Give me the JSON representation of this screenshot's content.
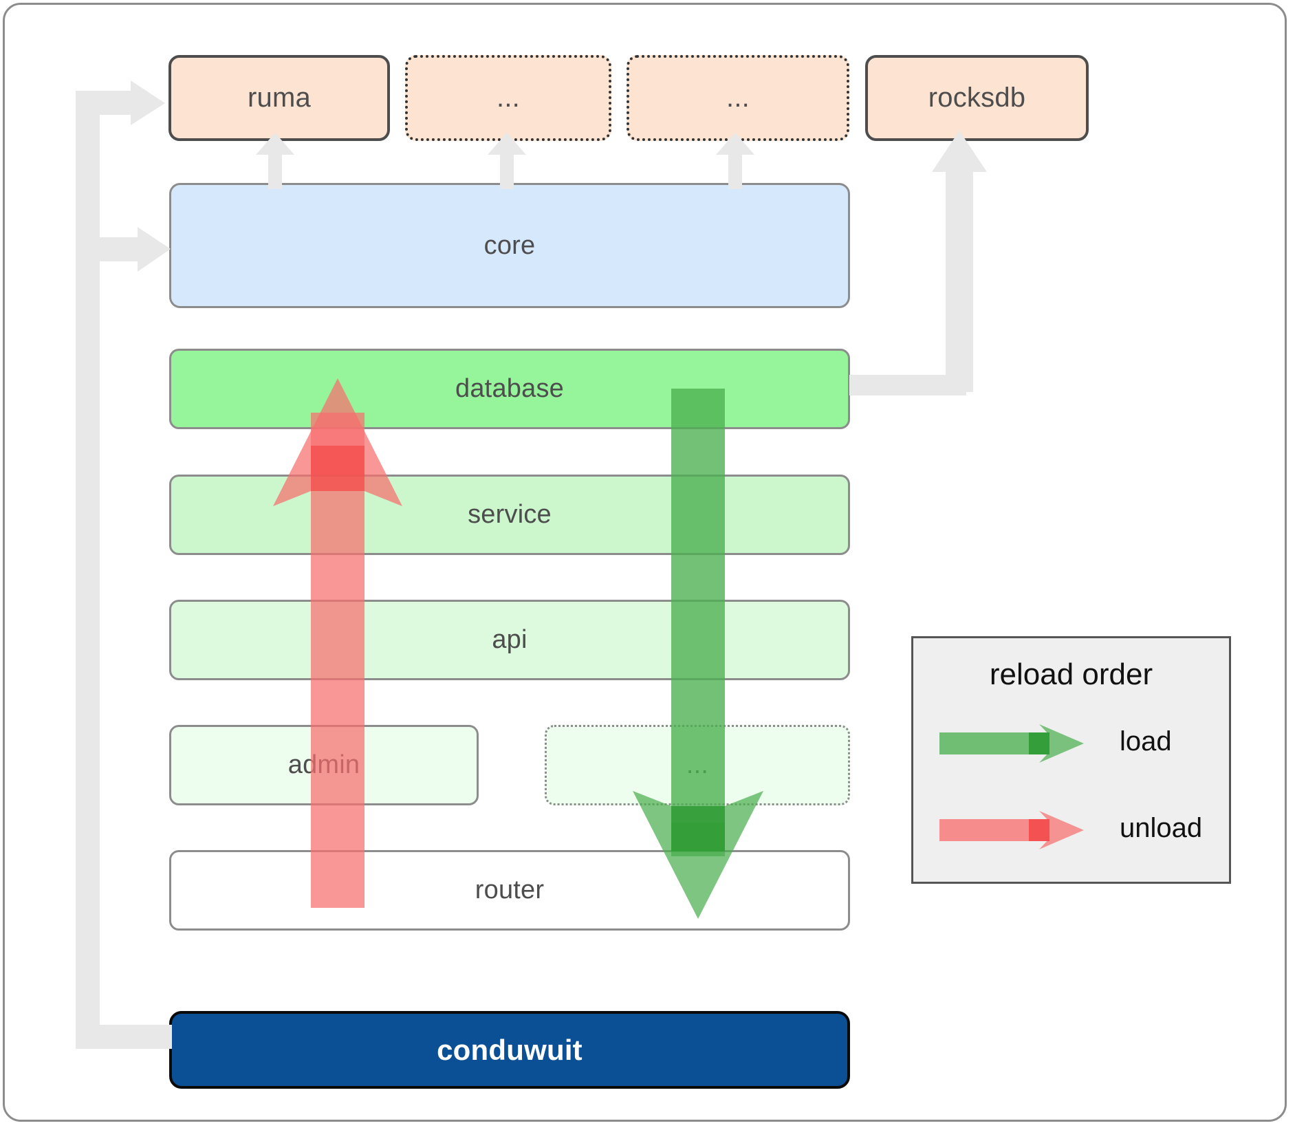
{
  "diagram": {
    "title": "conduwuit crate dependency / reload order diagram",
    "colors": {
      "dependency_fill": "#fde3d2",
      "core_fill": "#d6e8fb",
      "database_fill": "#96f49a",
      "service_fill": "#ccf7cd",
      "api_fill": "#ddfade",
      "admin_fill": "#edfdee",
      "router_fill": "#ffffff",
      "app_fill": "#0b4f95",
      "load_arrow": "#4caf50",
      "unload_arrow": "#f76f6f",
      "connector": "#e8e8e8",
      "legend_bg": "#efefef"
    },
    "dependencies": [
      {
        "id": "ruma",
        "label": "ruma",
        "style": "solid"
      },
      {
        "id": "dots-1",
        "label": "...",
        "style": "dotted"
      },
      {
        "id": "dots-2",
        "label": "...",
        "style": "dotted"
      },
      {
        "id": "rocksdb",
        "label": "rocksdb",
        "style": "solid"
      }
    ],
    "layers": [
      {
        "id": "core",
        "label": "core",
        "style": "solid"
      },
      {
        "id": "database",
        "label": "database",
        "style": "solid"
      },
      {
        "id": "service",
        "label": "service",
        "style": "solid"
      },
      {
        "id": "api",
        "label": "api",
        "style": "solid"
      },
      {
        "id": "admin",
        "label": "admin",
        "style": "solid"
      },
      {
        "id": "extra",
        "label": "...",
        "style": "dotted"
      },
      {
        "id": "router",
        "label": "router",
        "style": "solid"
      }
    ],
    "application": {
      "id": "conduwuit",
      "label": "conduwuit"
    },
    "legend": {
      "title": "reload order",
      "items": [
        {
          "id": "load",
          "label": "load",
          "color": "#4caf50"
        },
        {
          "id": "unload",
          "label": "unload",
          "color": "#f76f6f"
        }
      ]
    }
  }
}
